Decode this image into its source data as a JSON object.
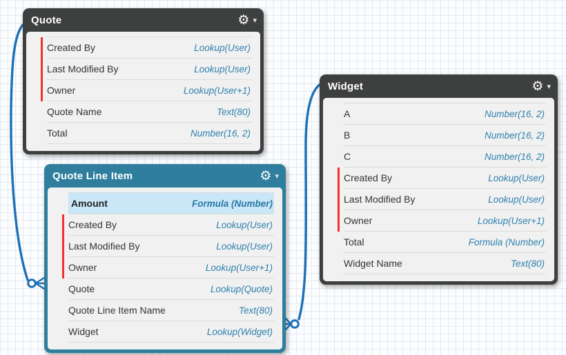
{
  "icons": {
    "gear": "⚙",
    "caret": "▾"
  },
  "colors": {
    "header_dark": "#3e3f3f",
    "header_teal": "#2f7e9e",
    "body_bg": "#f1f1f1",
    "field_type_text": "#2e80ae",
    "required_marker": "#f3302e",
    "highlight_row_bg": "#c9e7f6",
    "connector_blue": "#1d70b6",
    "grid_line": "#e3e9f3"
  },
  "tables": [
    {
      "title": "Quote",
      "theme": "dark",
      "fields": [
        {
          "label": "Created By",
          "type": "Lookup(User)",
          "required": true
        },
        {
          "label": "Last Modified By",
          "type": "Lookup(User)",
          "required": true
        },
        {
          "label": "Owner",
          "type": "Lookup(User+1)",
          "required": true
        },
        {
          "label": "Quote Name",
          "type": "Text(80)"
        },
        {
          "label": "Total",
          "type": "Number(16, 2)"
        }
      ]
    },
    {
      "title": "Quote Line Item",
      "theme": "teal",
      "fields": [
        {
          "label": "Amount",
          "type": "Formula (Number)",
          "highlight": true
        },
        {
          "label": "Created By",
          "type": "Lookup(User)",
          "required": true
        },
        {
          "label": "Last Modified By",
          "type": "Lookup(User)",
          "required": true
        },
        {
          "label": "Owner",
          "type": "Lookup(User+1)",
          "required": true
        },
        {
          "label": "Quote",
          "type": "Lookup(Quote)"
        },
        {
          "label": "Quote Line Item Name",
          "type": "Text(80)"
        },
        {
          "label": "Widget",
          "type": "Lookup(Widget)"
        }
      ]
    },
    {
      "title": "Widget",
      "theme": "dark",
      "fields": [
        {
          "label": "A",
          "type": "Number(16, 2)"
        },
        {
          "label": "B",
          "type": "Number(16, 2)"
        },
        {
          "label": "C",
          "type": "Number(16, 2)"
        },
        {
          "label": "Created By",
          "type": "Lookup(User)",
          "required": true
        },
        {
          "label": "Last Modified By",
          "type": "Lookup(User)",
          "required": true
        },
        {
          "label": "Owner",
          "type": "Lookup(User+1)",
          "required": true
        },
        {
          "label": "Total",
          "type": "Formula (Number)"
        },
        {
          "label": "Widget Name",
          "type": "Text(80)"
        }
      ]
    }
  ],
  "connectors": [
    {
      "from": "Quote",
      "to": "Quote Line Item"
    },
    {
      "from": "Widget",
      "to": "Quote Line Item"
    }
  ]
}
